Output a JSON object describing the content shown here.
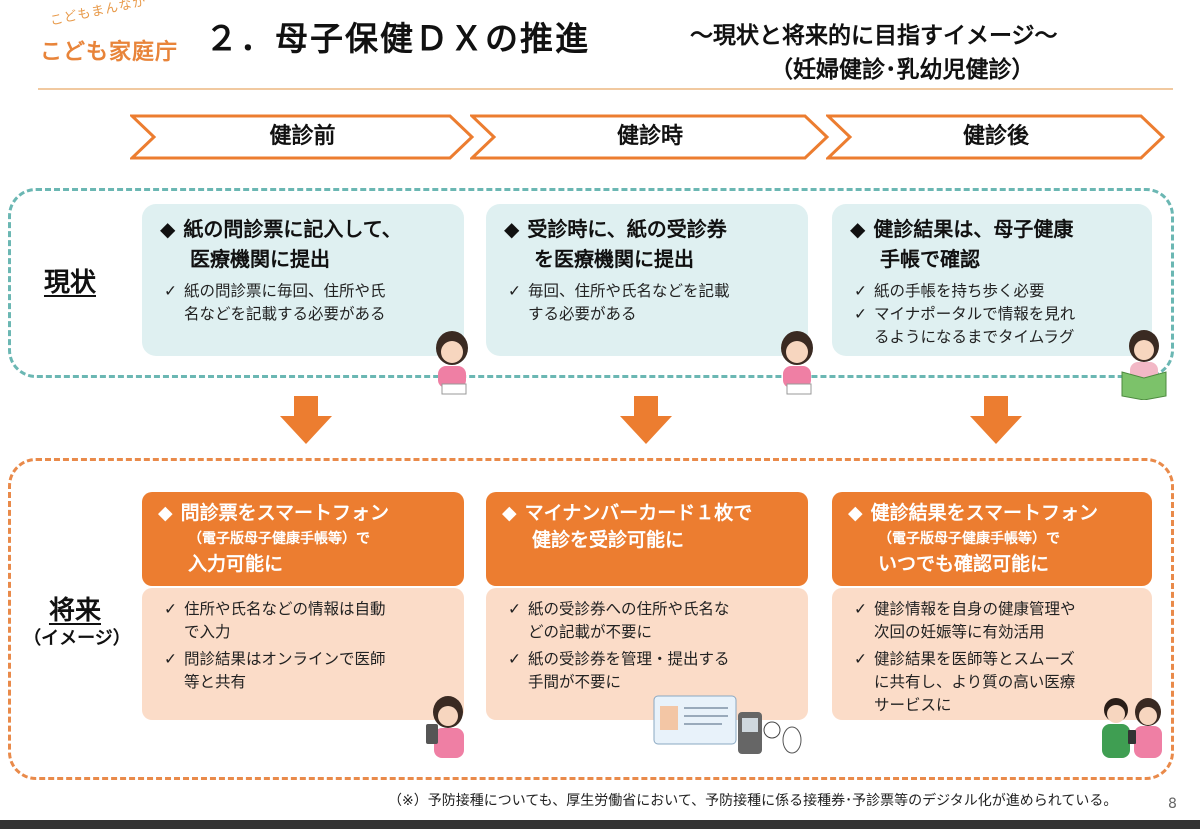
{
  "logo": {
    "top": "こどもまんなか",
    "main": "こども家庭庁"
  },
  "header": {
    "title": "２．母子保健ＤＸの推進",
    "subtitle_line1": "～現状と将来的に目指すイメージ～",
    "subtitle_line2": "（妊婦健診･乳幼児健診）"
  },
  "stages": [
    "健診前",
    "健診時",
    "健診後"
  ],
  "rows": {
    "current_label": "現状",
    "future_label": "将来",
    "future_sublabel": "（イメージ）"
  },
  "current": [
    {
      "head_lines": [
        "紙の問診票に記入して、",
        "医療機関に提出"
      ],
      "checks": [
        [
          "紙の問診票に毎回、住所や氏",
          "名などを記載する必要がある"
        ]
      ]
    },
    {
      "head_lines": [
        "受診時に、紙の受診券",
        "を医療機関に提出"
      ],
      "checks": [
        [
          "毎回、住所や氏名などを記載",
          "する必要がある"
        ]
      ]
    },
    {
      "head_lines": [
        "健診結果は、母子健康",
        "手帳で確認"
      ],
      "checks": [
        [
          "紙の手帳を持ち歩く必要"
        ],
        [
          "マイナポータルで情報を見れ",
          "るようになるまでタイムラグ"
        ]
      ]
    }
  ],
  "future": [
    {
      "head_line1": "問診票をスマートフォン",
      "head_small": "（電子版母子健康手帳等）で",
      "head_line3": "入力可能に",
      "checks": [
        [
          "住所や氏名などの情報は自動",
          "で入力"
        ],
        [
          "問診結果はオンラインで医師",
          "等と共有"
        ]
      ]
    },
    {
      "head_line1": "マイナンバーカード１枚で",
      "head_small": "",
      "head_line3": "健診を受診可能に",
      "checks": [
        [
          "紙の受診券への住所や氏名な",
          "どの記載が不要に"
        ],
        [
          "紙の受診券を管理・提出する",
          "手間が不要に"
        ]
      ]
    },
    {
      "head_line1": "健診結果をスマートフォン",
      "head_small": "（電子版母子健康手帳等）で",
      "head_line3": "いつでも確認可能に",
      "checks": [
        [
          "健診情報を自身の健康管理や",
          "次回の妊娠等に有効活用"
        ],
        [
          "健診結果を医師等とスムーズ",
          "に共有し、より質の高い医療",
          "サービスに"
        ]
      ]
    }
  ],
  "symbols": {
    "diamond": "◆",
    "check": "✓"
  },
  "footnote": "（※）予防接種についても、厚生労働省において、予防接種に係る接種券･予診票等のデジタル化が進められている。",
  "page_number": "8",
  "colors": {
    "orange": "#ec7d30",
    "teal_dash": "#6bb7b3",
    "teal_fill": "#dff0f1",
    "peach_fill": "#fbdcc8"
  },
  "icons": [
    "woman-writing-icon",
    "woman-writing-icon",
    "woman-reading-book-icon",
    "woman-with-phone-icon",
    "id-card-icon",
    "card-reader-icon",
    "couple-with-phone-icon"
  ]
}
